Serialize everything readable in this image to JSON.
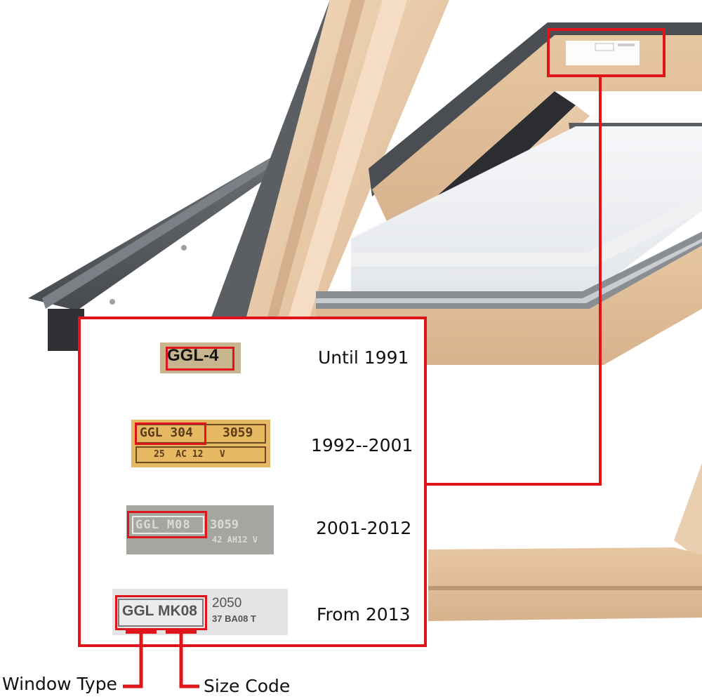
{
  "figure": {
    "title": "Roof window type plate identification",
    "highlight_region": "type-plate-location-on-frame"
  },
  "plates": [
    {
      "era": "Until 1991",
      "line1": "GGL-4",
      "highlighted": "GGL-4",
      "background": "#c8b48e"
    },
    {
      "era": "1992--2001",
      "line1_left": "GGL 304",
      "line1_right": "3059",
      "line2": "25  AC 12   V",
      "highlighted": "GGL 304",
      "background": "#e7b862"
    },
    {
      "era": "2001-2012",
      "line1_left": "GGL M08",
      "line1_right": "3059",
      "line2": "42 AH12 V",
      "highlighted": "GGL M08",
      "background": "#a3a79f"
    },
    {
      "era": "From 2013",
      "line1_left": "GGL MK08",
      "line1_right": "2050",
      "line2": "37 BA08 T",
      "highlighted": "GGL MK08",
      "background": "#e4e4e4"
    }
  ],
  "callouts": {
    "window_type": "Window Type",
    "size_code": "Size Code"
  },
  "colors": {
    "accent_red": "#e0141b",
    "wood": "#e8c9a4",
    "metal": "#54585d"
  }
}
